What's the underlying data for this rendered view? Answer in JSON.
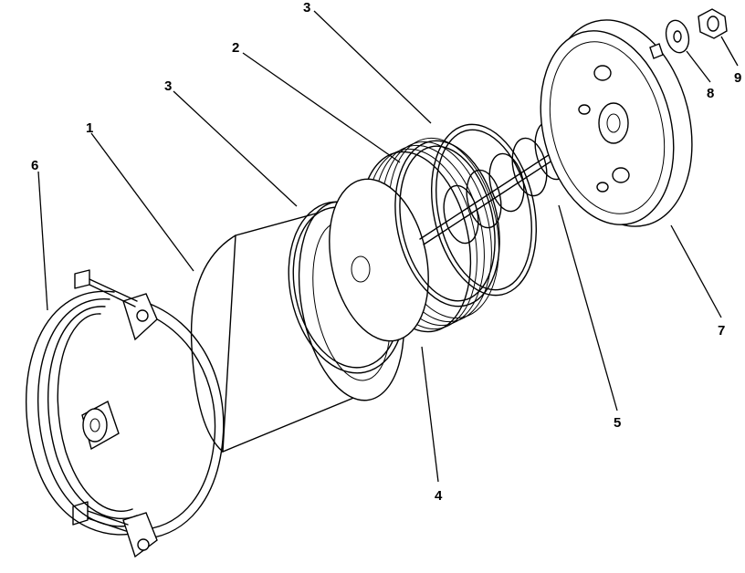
{
  "callouts": [
    {
      "id": "1",
      "text": "1"
    },
    {
      "id": "2",
      "text": "2"
    },
    {
      "id": "3a",
      "text": "3"
    },
    {
      "id": "3b",
      "text": "3"
    },
    {
      "id": "4",
      "text": "4"
    },
    {
      "id": "5",
      "text": "5"
    },
    {
      "id": "6",
      "text": "6"
    },
    {
      "id": "7",
      "text": "7"
    },
    {
      "id": "8",
      "text": "8"
    },
    {
      "id": "9",
      "text": "9"
    }
  ]
}
